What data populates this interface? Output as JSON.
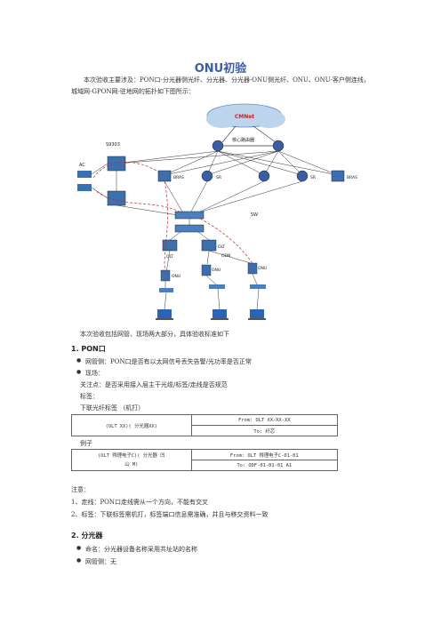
{
  "doc": {
    "title": "ONU初验",
    "intro": "本次验收主要涉及：PON口-分光器侧光纤、分光器、分光器-ONU侧光纤、ONU、ONU-客户侧连线，城域网-GPON网-驻地网的拓扑如下图所示：",
    "caption": "本次验收包括网管、现场两大部分，具体验收标准如下"
  },
  "diagram": {
    "cloud_label": "CMNet",
    "core_label": "核心路由器",
    "s9303": "S9303",
    "ac": "AC",
    "bras_left": "BRAS",
    "sr_left": "SR",
    "sr_right": "SR",
    "bras_right": "BRAS",
    "sw": "SW",
    "olt_left": "OLT",
    "olt_right": "OLT",
    "odn": "ODN",
    "onu_left": "ONU",
    "onu_mid": "ONU",
    "onu_right": "ONU"
  },
  "section1": {
    "heading": "1.   PON口",
    "bullet1": "网管侧：PON口是否有以太网信号丢失告警/光功率是否正常",
    "bullet2": "现场：",
    "focus": "关注点：是否采用接入层主干光缆/标签/走线是否规范",
    "label_line": "标签：",
    "down_label": "下联光纤标签  （机打）",
    "table1": {
      "left": "(OLT XX)( 分光器XX)",
      "row1": "From: OLT XX-XX-XX",
      "row2": "To: 纤芯"
    },
    "example": "例子",
    "table2": {
      "left_line1": "(OLT 得理电子C)( 分光器 凹",
      "left_line2": "山 M)",
      "row1": "From: OLT 得理电子C-01-01",
      "row2": "To: ODF-01-01-01 A1"
    }
  },
  "notes": {
    "heading": "注意：",
    "n1": "1、走线：PON口走线需从一个方向，不能有交叉",
    "n2": "2、标签：下联标签需机打，标签端口信息需准确，并且与移交资料一致"
  },
  "section2": {
    "heading": "2.   分光器",
    "bullet1": "命名：分光器设备名称采用共址站的名称",
    "bullet2": "网管侧：无"
  },
  "colors": {
    "title": "#3a5da8",
    "cloud": "#cc2222",
    "dashed": "#cc2222"
  }
}
